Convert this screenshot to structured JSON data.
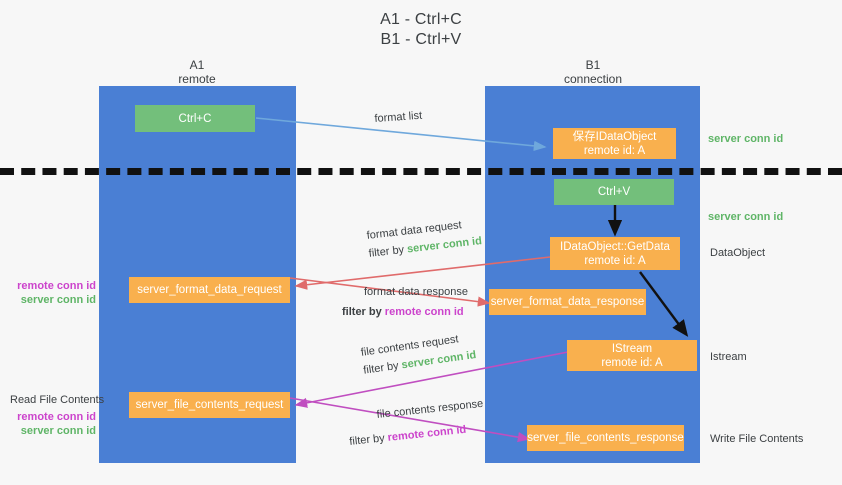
{
  "title": {
    "line1": "A1 - Ctrl+C",
    "line2": "B1 - Ctrl+V"
  },
  "columns": [
    {
      "name": "A1",
      "sub": "remote"
    },
    {
      "name": "B1",
      "sub": "connection"
    }
  ],
  "nodes": {
    "ctrl_c": {
      "line1": "Ctrl+C"
    },
    "ctrl_v": {
      "line1": "Ctrl+V"
    },
    "idataobject_save": {
      "line1": "保存IDataObject",
      "line2": "remote id: A"
    },
    "idataobject_getdata": {
      "line1": "IDataObject::GetData",
      "line2": "remote id: A"
    },
    "istream": {
      "line1": "IStream",
      "line2": "remote id: A"
    },
    "server_format_data_request": {
      "line1": "server_format_data_request"
    },
    "server_format_data_response": {
      "line1": "server_format_data_response"
    },
    "server_file_contents_request": {
      "line1": "server_file_contents_request"
    },
    "server_file_contents_response": {
      "line1": "server_file_contents_response"
    }
  },
  "edges": {
    "format_list": {
      "label": "format list"
    },
    "format_data_request": {
      "label": "format data request",
      "filter_prefix": "filter by ",
      "filter_key": "server conn id"
    },
    "format_data_response": {
      "label": "format data response",
      "filter_prefix": "filter by ",
      "filter_key": "remote conn id"
    },
    "file_contents_request": {
      "label": "file contents request",
      "filter_prefix": "filter by ",
      "filter_key": "server conn id"
    },
    "file_contents_response": {
      "label": "file contents response",
      "filter_prefix": "filter by ",
      "filter_key": "remote conn id"
    }
  },
  "right_labels": {
    "server_conn_id_top": "server conn id",
    "server_conn_id_mid": "server conn id",
    "dataobject": "DataObject",
    "istream": "Istream",
    "write_file_contents": "Write File Contents"
  },
  "left_labels": {
    "format_remote": "remote conn id",
    "format_server": "server conn id",
    "read_file_contents": "Read File Contents",
    "file_remote": "remote conn id",
    "file_server": "server conn id"
  },
  "colors": {
    "background": "#f7f7f7",
    "lane": "#4a7fd4",
    "green_node": "#73bf7b",
    "orange_node": "#f9b04e",
    "arrow_lightblue": "#6fa8dc",
    "arrow_red": "#e06b6b",
    "arrow_magenta": "#c04ec0",
    "arrow_black": "#111111",
    "text_green": "#5fb567",
    "text_magenta": "#cc44cc"
  }
}
